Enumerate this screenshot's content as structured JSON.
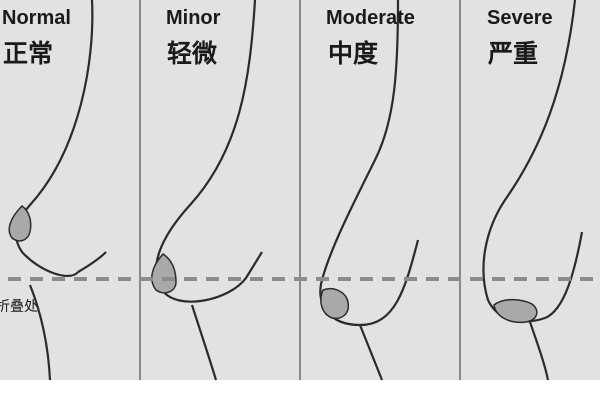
{
  "panels": [
    {
      "label_en": "Normal",
      "label_zh": "正常"
    },
    {
      "label_en": "Minor",
      "label_zh": "轻微"
    },
    {
      "label_en": "Moderate",
      "label_zh": "中度"
    },
    {
      "label_en": "Severe",
      "label_zh": "严重"
    }
  ],
  "fold_line": {
    "label": "折叠处"
  },
  "colors": {
    "panel_fill": "#e2e2e2",
    "divider": "#8a8a8a",
    "outline": "#2b2b2b",
    "areola": "#a9a9a9",
    "fold_line": "#8c8c8c"
  }
}
